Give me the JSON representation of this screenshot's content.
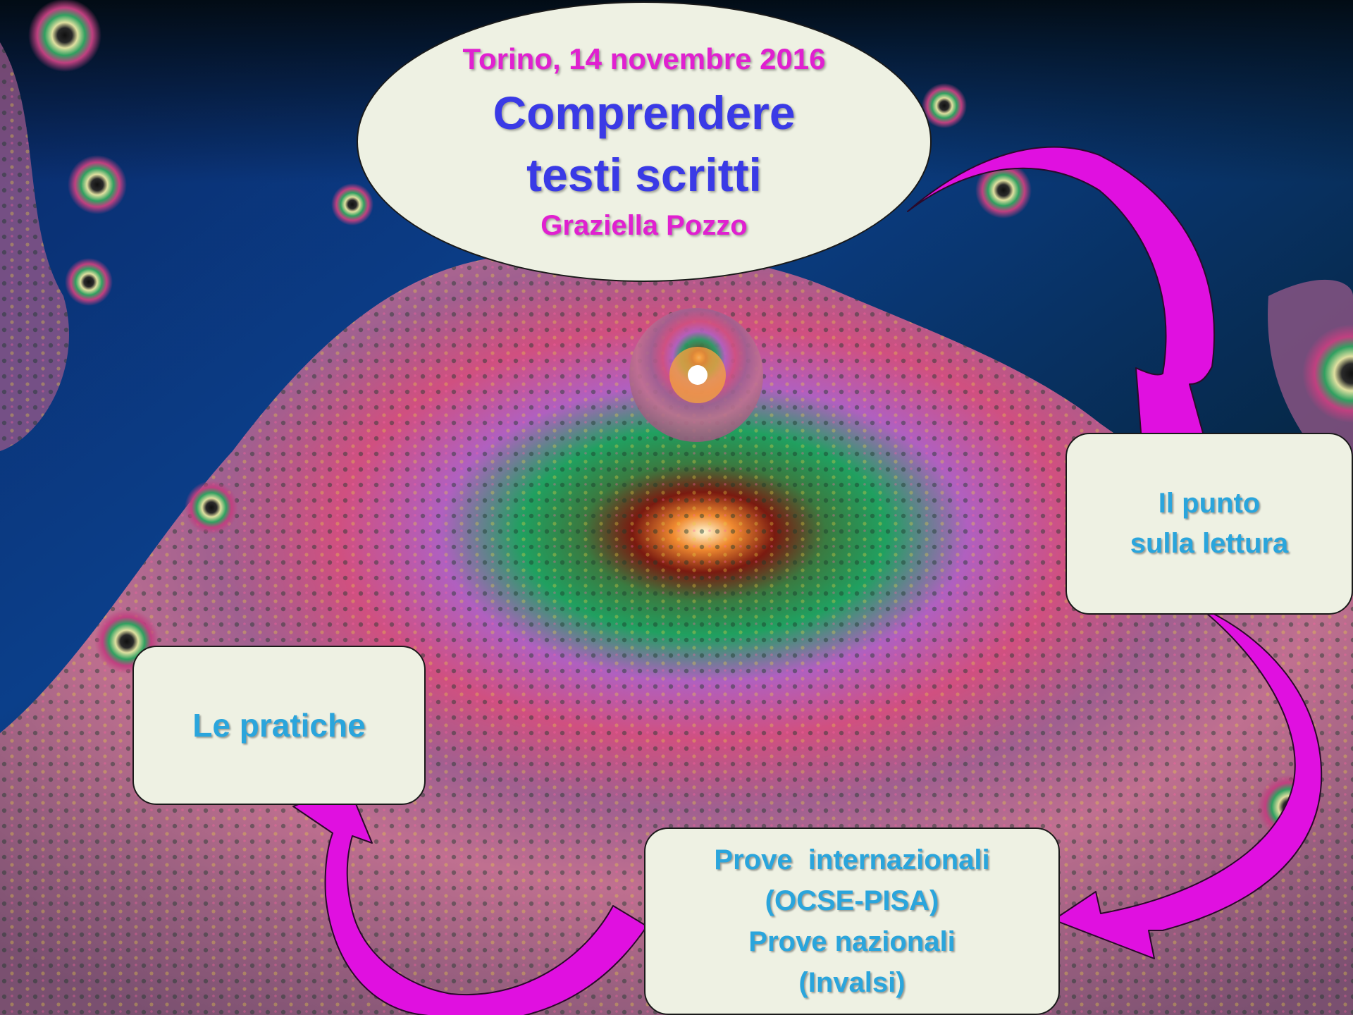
{
  "header": {
    "date": "Torino,  14 novembre 2016",
    "title_line1": "Comprendere",
    "title_line2": "testi scritti",
    "author": "Graziella Pozzo"
  },
  "nodes": {
    "punto": {
      "line1": "Il punto",
      "line2": "sulla lettura"
    },
    "prove": {
      "line1": "Prove  internazionali",
      "line2": "(OCSE-PISA)",
      "line3": "Prove nazionali",
      "line4": "(Invalsi)"
    },
    "pratiche": {
      "label": "Le pratiche"
    }
  },
  "colors": {
    "arrow": "#e010e0",
    "box_fill": "#eef1e3",
    "box_text": "#2aa5dc",
    "title": "#3a3ae6",
    "accent": "#e020d0"
  }
}
